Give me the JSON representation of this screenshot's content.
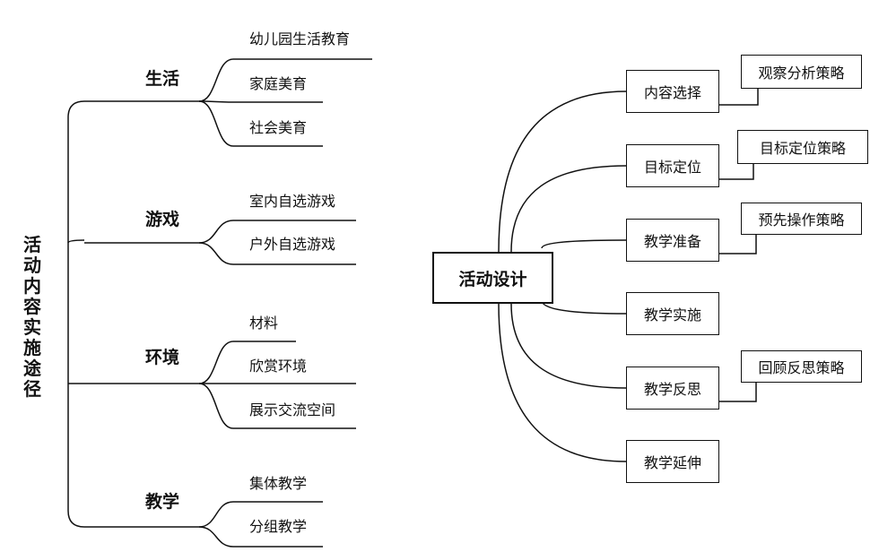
{
  "left_map": {
    "root": "活动内容实施途径",
    "categories": [
      {
        "label": "生活",
        "items": [
          "幼儿园生活教育",
          "家庭美育",
          "社会美育"
        ]
      },
      {
        "label": "游戏",
        "items": [
          "室内自选游戏",
          "户外自选游戏"
        ]
      },
      {
        "label": "环境",
        "items": [
          "材料",
          "欣赏环境",
          "展示交流空间"
        ]
      },
      {
        "label": "教学",
        "items": [
          "集体教学",
          "分组教学"
        ]
      }
    ]
  },
  "right_map": {
    "center": "活动设计",
    "steps": [
      {
        "label": "内容选择",
        "strategy": "观察分析策略"
      },
      {
        "label": "目标定位",
        "strategy": "目标定位策略"
      },
      {
        "label": "教学准备",
        "strategy": "预先操作策略"
      },
      {
        "label": "教学实施"
      },
      {
        "label": "教学反思",
        "strategy": "回顾反思策略"
      },
      {
        "label": "教学延伸"
      }
    ]
  }
}
